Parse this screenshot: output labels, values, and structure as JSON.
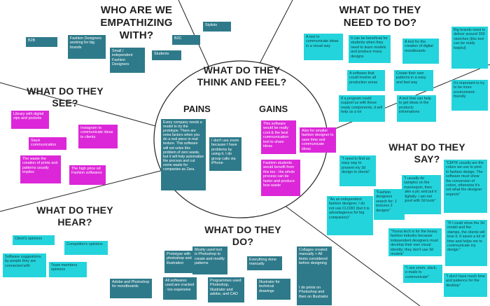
{
  "colors": {
    "teal": "#2e7a8a",
    "cyan": "#24d4dc",
    "pink": "#dc27d8",
    "line": "#222222"
  },
  "headings": {
    "who": "WHO ARE WE\nEMPATHIZING WITH?",
    "need": "WHAT DO THEY\nNEED TO DO?",
    "think": "WHAT DO THEY\nTHINK AND FEEL?",
    "see": "WHAT DO THEY\nSEE?",
    "say": "WHAT DO THEY\nSAY?",
    "hear": "WHAT DO THEY\nHEAR?",
    "do": "WHAT DO THEY\nDO?",
    "pains": "PAINS",
    "gains": "GAINS"
  },
  "who": {
    "b2b": "B2B",
    "fashion_designers": "Fashion Designers working for big brands",
    "small_independent": "Small / independent Fashion Designers",
    "students": "Students",
    "stylists": "Stylists",
    "b2c": "B2C"
  },
  "need": {
    "tool_communicate": "A tool to communicate ideas in a visual way",
    "beneficial_students": "It can be beneficial for students when they need to learn models and produce many designs",
    "moodboards": "A tool for the creation of digital moodboards",
    "big_brands": "Big brands need to deliver around 300 sketches (this tool can be really helpful)",
    "involve_production": "A software that could involve all production areas",
    "own_patterns": "Create their own patterns in a easy and fast way",
    "ready_components": "If a program could support us with these ready components, it will help us a lot",
    "save_informations": "A tool that can help to get ideas in the products informations",
    "environment": "It's important to try to be more environment-friendly"
  },
  "see": {
    "library": "Library with digital zips and pockets",
    "instagram": "Instagram to communicate ideas to clients",
    "slack": "Slack communication",
    "waste": "The waste the creation of prints and patterns usually implies",
    "price": "The high price od Fashion softwares"
  },
  "pains": {
    "every_company": "Every company needs a model to try the prototype. There are extra factors when you do a real piece in real texture. This software will not solve this problem of zero waste, but it will help automatize the process and cut some waste for companies as Zara.",
    "zoom": "I don't use zoom because I have problems by using it. I do group calls via iPhone"
  },
  "gains": {
    "cool": "This software would be really cool & the best communication tool to share ideas",
    "smaller": "Also for smaller fashion designer to save time and communicate ideas",
    "students_benefit": "Fashion students would benefit from this too - the whole process can be faster and produce less waste"
  },
  "say": {
    "easy_way": "\"I need to find an easy way to present my 3d design to clients\"",
    "samples": "\"I usually do samples on the mannequin, then take a pic and put it digitally. I am not good with 3d tools\"",
    "cmyk": "\"CMYK usually are the colors we use to print in fashion design. The software must show the conversion of colors, otherwise it's not what the designer expects\"",
    "search_for": "\"Fashion designers search for: 1 textures 2 designs\"",
    "independent": "\"As an independent fashion designer, I do not use CLO3D (but it is advantageous for big companies)\"",
    "show_3d": "\"If I could show the 3d model and the stamps, the clients will love it. It saves a lot of time and helps me to communicate my design.\"",
    "yoona": "\"Yoona tech is for the heavy fashion industry because independent designers must develop their own visual identity; they don't use 3d models\"",
    "use_zoom": "\"I use zoom, slack, e-mails to communicate\"",
    "no_time": "\"I don't have much time and patience for the desktop\""
  },
  "hear": {
    "clients": "Client's opinions",
    "competitors": "Competitor's opinions",
    "suggestions": "Software suggestions by people they are connected with",
    "team": "Team members opinions"
  },
  "do": {
    "prototype": "Prototype with photoshop and illustration",
    "mostly_used": "Mostly used tool is Photoshop to create and modify patterns",
    "manually": "Everything done manually",
    "collages": "Collages created manually + All items considered before designing",
    "adobe": "Adobe and Photoshop for moodboards",
    "cracked": "All softwares used are cracked - too expensive",
    "programmes": "Programmes used: Photoshop, Illustrator and adobe, and CAD",
    "illustrator": "Illustrator for technical drawings",
    "prints": "I do prints on Photoshop and then on Illustrator"
  }
}
